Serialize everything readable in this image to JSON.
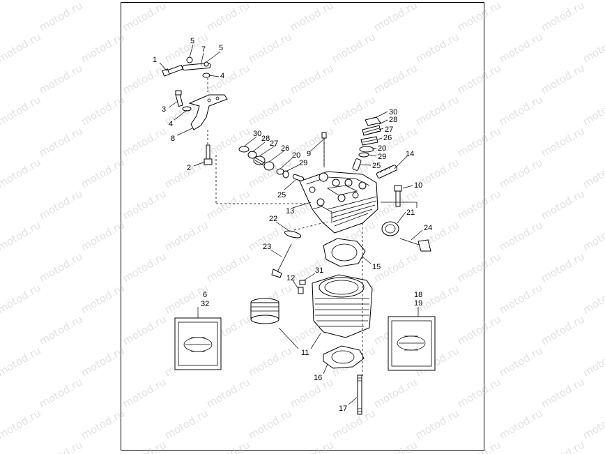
{
  "diagram": {
    "watermark_text": "motod.ru",
    "callouts": [
      {
        "id": "c1",
        "text": "1"
      },
      {
        "id": "c5a",
        "text": "5"
      },
      {
        "id": "c7",
        "text": "7"
      },
      {
        "id": "c5b",
        "text": "5"
      },
      {
        "id": "c4a",
        "text": "4"
      },
      {
        "id": "c3",
        "text": "3"
      },
      {
        "id": "c4b",
        "text": "4"
      },
      {
        "id": "c8",
        "text": "8"
      },
      {
        "id": "c2",
        "text": "2"
      },
      {
        "id": "c30a",
        "text": "30"
      },
      {
        "id": "c28a",
        "text": "28"
      },
      {
        "id": "c27a",
        "text": "27"
      },
      {
        "id": "c26a",
        "text": "26"
      },
      {
        "id": "c20a",
        "text": "20"
      },
      {
        "id": "c9",
        "text": "9"
      },
      {
        "id": "c29a",
        "text": "29"
      },
      {
        "id": "c25a",
        "text": "25"
      },
      {
        "id": "c30b",
        "text": "30"
      },
      {
        "id": "c28b",
        "text": "28"
      },
      {
        "id": "c27b",
        "text": "27"
      },
      {
        "id": "c26b",
        "text": "26"
      },
      {
        "id": "c20b",
        "text": "20"
      },
      {
        "id": "c29b",
        "text": "29"
      },
      {
        "id": "c25b",
        "text": "25"
      },
      {
        "id": "c14",
        "text": "14"
      },
      {
        "id": "c10",
        "text": "10"
      },
      {
        "id": "c13",
        "text": "13"
      },
      {
        "id": "c21",
        "text": "21"
      },
      {
        "id": "c22",
        "text": "22"
      },
      {
        "id": "c24",
        "text": "24"
      },
      {
        "id": "c23",
        "text": "23"
      },
      {
        "id": "c15",
        "text": "15"
      },
      {
        "id": "c31",
        "text": "31"
      },
      {
        "id": "c12",
        "text": "12"
      },
      {
        "id": "c6",
        "text": "6"
      },
      {
        "id": "c32",
        "text": "32"
      },
      {
        "id": "c18",
        "text": "18"
      },
      {
        "id": "c19",
        "text": "19"
      },
      {
        "id": "c11",
        "text": "11"
      },
      {
        "id": "c16",
        "text": "16"
      },
      {
        "id": "c17",
        "text": "17"
      }
    ]
  }
}
